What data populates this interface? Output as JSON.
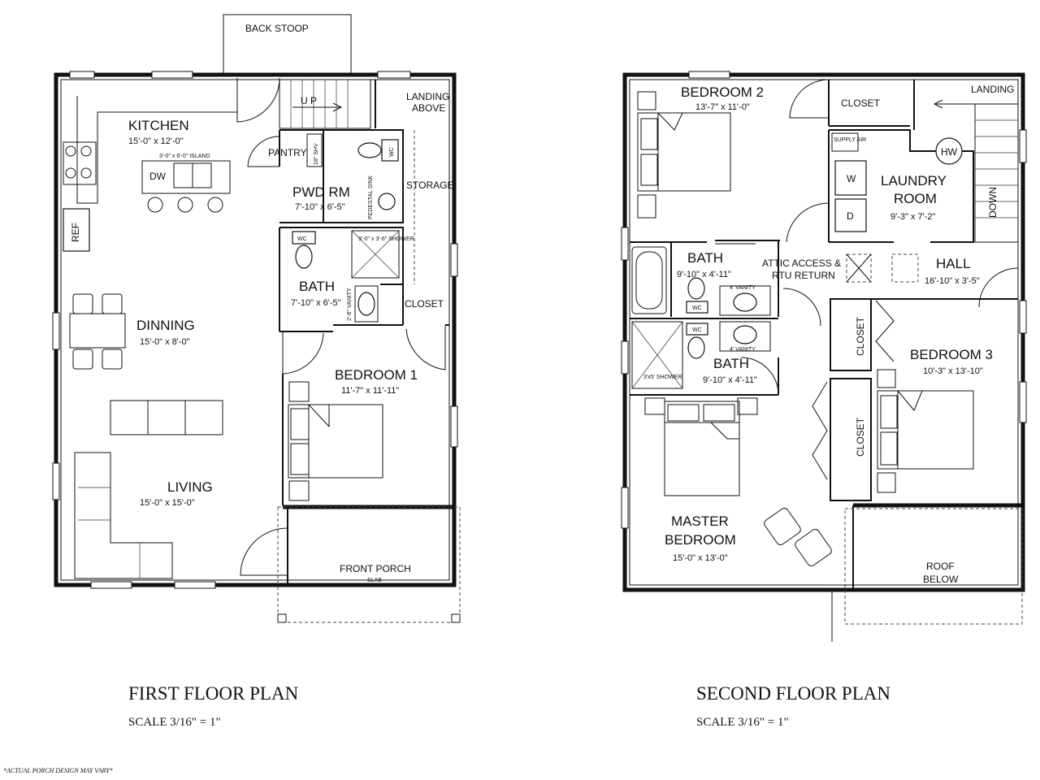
{
  "first_floor": {
    "title": "FIRST FLOOR PLAN",
    "scale": "SCALE  3/16\" = 1\"",
    "rooms": {
      "back_stoop": "BACK STOOP",
      "kitchen": "KITCHEN",
      "kitchen_dim": "15'-0\" x 12'-0\"",
      "island": "3'-0\" x 6'-0\" ISLAND",
      "dw": "DW",
      "ref": "REF",
      "pantry": "PANTRY",
      "shelves": "18\" SHV",
      "up": "U P",
      "landing_above": "LANDING",
      "landing_above2": "ABOVE",
      "pwd_rm": "PWD RM",
      "pwd_rm_dim": "7'-10\" x 6'-5\"",
      "wc": "WC",
      "pedestal_sink": "PEDESTAL SINK",
      "storage": "STORAGE",
      "bath_wc": "WC",
      "shower": "3'-0\" x 3'-6\" SHOWER",
      "bath": "BATH",
      "bath_dim": "7'-10\" x 6'-5\"",
      "vanity": "2'-6\" VANITY",
      "closet": "CLOSET",
      "dinning": "DINNING",
      "dinning_dim": "15'-0\" x 8'-0\"",
      "bedroom1": "BEDROOM 1",
      "bedroom1_dim": "11'-7\" x 11'-11\"",
      "living": "LIVING",
      "living_dim": "15'-0\" x 15'-0\"",
      "front_porch": "FRONT PORCH",
      "slab": "SLAB"
    }
  },
  "second_floor": {
    "title": "SECOND FLOOR PLAN",
    "scale": "SCALE  3/16\" = 1\"",
    "rooms": {
      "bedroom2": "BEDROOM 2",
      "bedroom2_dim": "13'-7\" x 11'-0\"",
      "closet_top": "CLOSET",
      "landing": "LANDING",
      "supply_air": "SUPPLY AIR",
      "hw": "HW",
      "w": "W",
      "d": "D",
      "laundry1": "LAUNDRY",
      "laundry2": "ROOM",
      "laundry_dim": "9'-3\" x 7'-2\"",
      "down": "DOWN",
      "bath_top": "BATH",
      "bath_top_dim": "9'-10\" x 4'-11\"",
      "attic1": "ATTIC ACCESS &",
      "attic2": "RTU RETURN",
      "hall": "HALL",
      "hall_dim": "16'-10\" x 3'-5\"",
      "vanity1": "4' VANITY",
      "wc1": "WC",
      "wc2": "WC",
      "vanity2": "4' VANITY",
      "closet_v1": "CLOSET",
      "bedroom3": "BEDROOM 3",
      "bedroom3_dim": "10'-3\" x 13'-10\"",
      "bath_bot": "BATH",
      "bath_bot_dim": "9'-10\" x 4'-11\"",
      "shower": "3'x5' SHOWER",
      "closet_v2": "CLOSET",
      "master1": "MASTER",
      "master2": "BEDROOM",
      "master_dim": "15'-0\" x 13'-0\"",
      "roof1": "ROOF",
      "roof2": "BELOW"
    }
  },
  "footnote": "*ACTUAL PORCH DESIGN MAY VARY*"
}
